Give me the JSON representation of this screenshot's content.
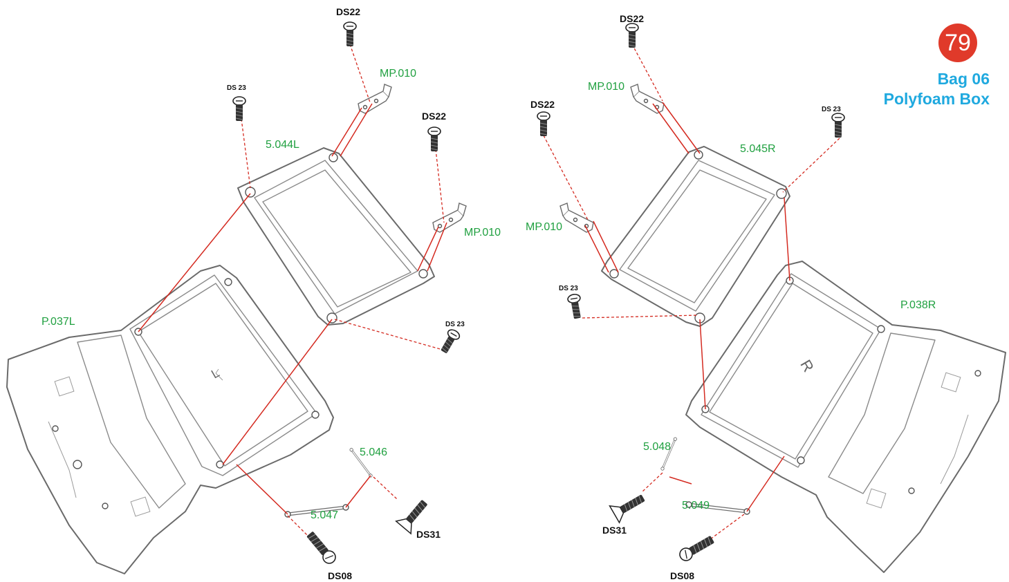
{
  "step": {
    "number": "79",
    "bag": "Bag 06",
    "packaging": "Polyfoam Box"
  },
  "colors": {
    "part_label": "#20a040",
    "connector": "#d42a20",
    "badge": "#e03a2a",
    "title": "#1fa9df"
  },
  "left_assembly": {
    "base": "P.037L",
    "frame": "5.044L",
    "clip_top": "MP.010",
    "clip_right": "MP.010",
    "shaft_upper": "5.046",
    "shaft_lower": "5.047",
    "side_marking": "L",
    "screws": {
      "top": "DS22",
      "left": "DS 23",
      "right": "DS22",
      "bottom_right": "DS 23",
      "countersunk": "DS31",
      "shaft": "DS08"
    }
  },
  "right_assembly": {
    "base": "P.038R",
    "frame": "5.045R",
    "clip_top": "MP.010",
    "clip_left": "MP.010",
    "shaft_upper": "5.048",
    "shaft_lower": "5.049",
    "side_marking": "R",
    "screws": {
      "top": "DS22",
      "left": "DS22",
      "right": "DS 23",
      "middle_left": "DS 23",
      "countersunk": "DS31",
      "shaft": "DS08"
    }
  }
}
